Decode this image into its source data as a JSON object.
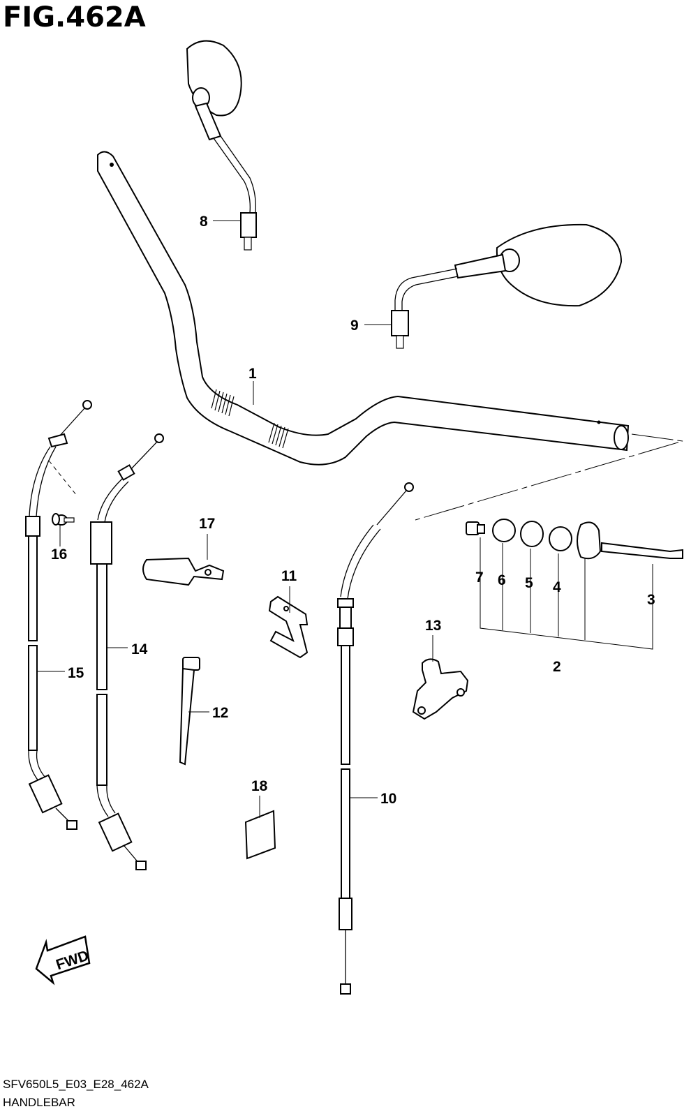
{
  "figure": {
    "title": "FIG.462A",
    "code": "SFV650L5_E03_E28_462A",
    "name": "HANDLEBAR",
    "fwd_label": "FWD"
  },
  "callouts": [
    {
      "id": "c1",
      "label": "1"
    },
    {
      "id": "c2",
      "label": "2"
    },
    {
      "id": "c3",
      "label": "3"
    },
    {
      "id": "c4",
      "label": "4"
    },
    {
      "id": "c5",
      "label": "5"
    },
    {
      "id": "c6",
      "label": "6"
    },
    {
      "id": "c7",
      "label": "7"
    },
    {
      "id": "c8",
      "label": "8"
    },
    {
      "id": "c9",
      "label": "9"
    },
    {
      "id": "c10",
      "label": "10"
    },
    {
      "id": "c11",
      "label": "11"
    },
    {
      "id": "c12",
      "label": "12"
    },
    {
      "id": "c13",
      "label": "13"
    },
    {
      "id": "c14",
      "label": "14"
    },
    {
      "id": "c15",
      "label": "15"
    },
    {
      "id": "c16",
      "label": "16"
    },
    {
      "id": "c17",
      "label": "17"
    },
    {
      "id": "c18",
      "label": "18"
    }
  ]
}
